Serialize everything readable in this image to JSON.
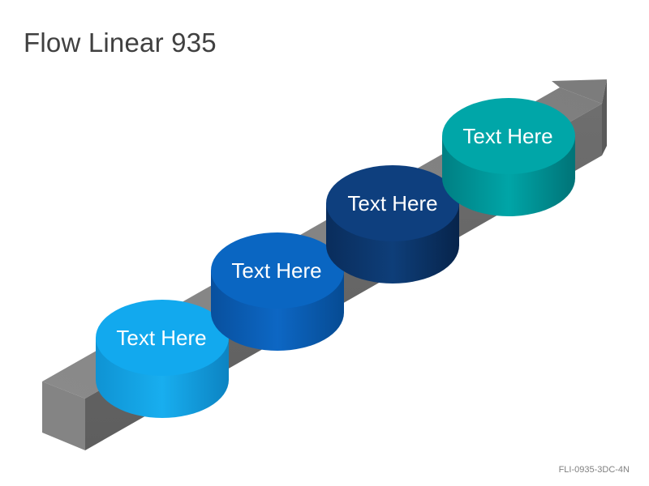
{
  "title": "Flow Linear 935",
  "footer_code": "FLI-0935-3DC-4N",
  "steps": [
    {
      "label": "Text Here",
      "color": "#12A9EE"
    },
    {
      "label": "Text Here",
      "color": "#0A66C2"
    },
    {
      "label": "Text Here",
      "color": "#0E3F7E"
    },
    {
      "label": "Text Here",
      "color": "#00A6A8"
    }
  ],
  "arrow_color": "#7A7A7A"
}
